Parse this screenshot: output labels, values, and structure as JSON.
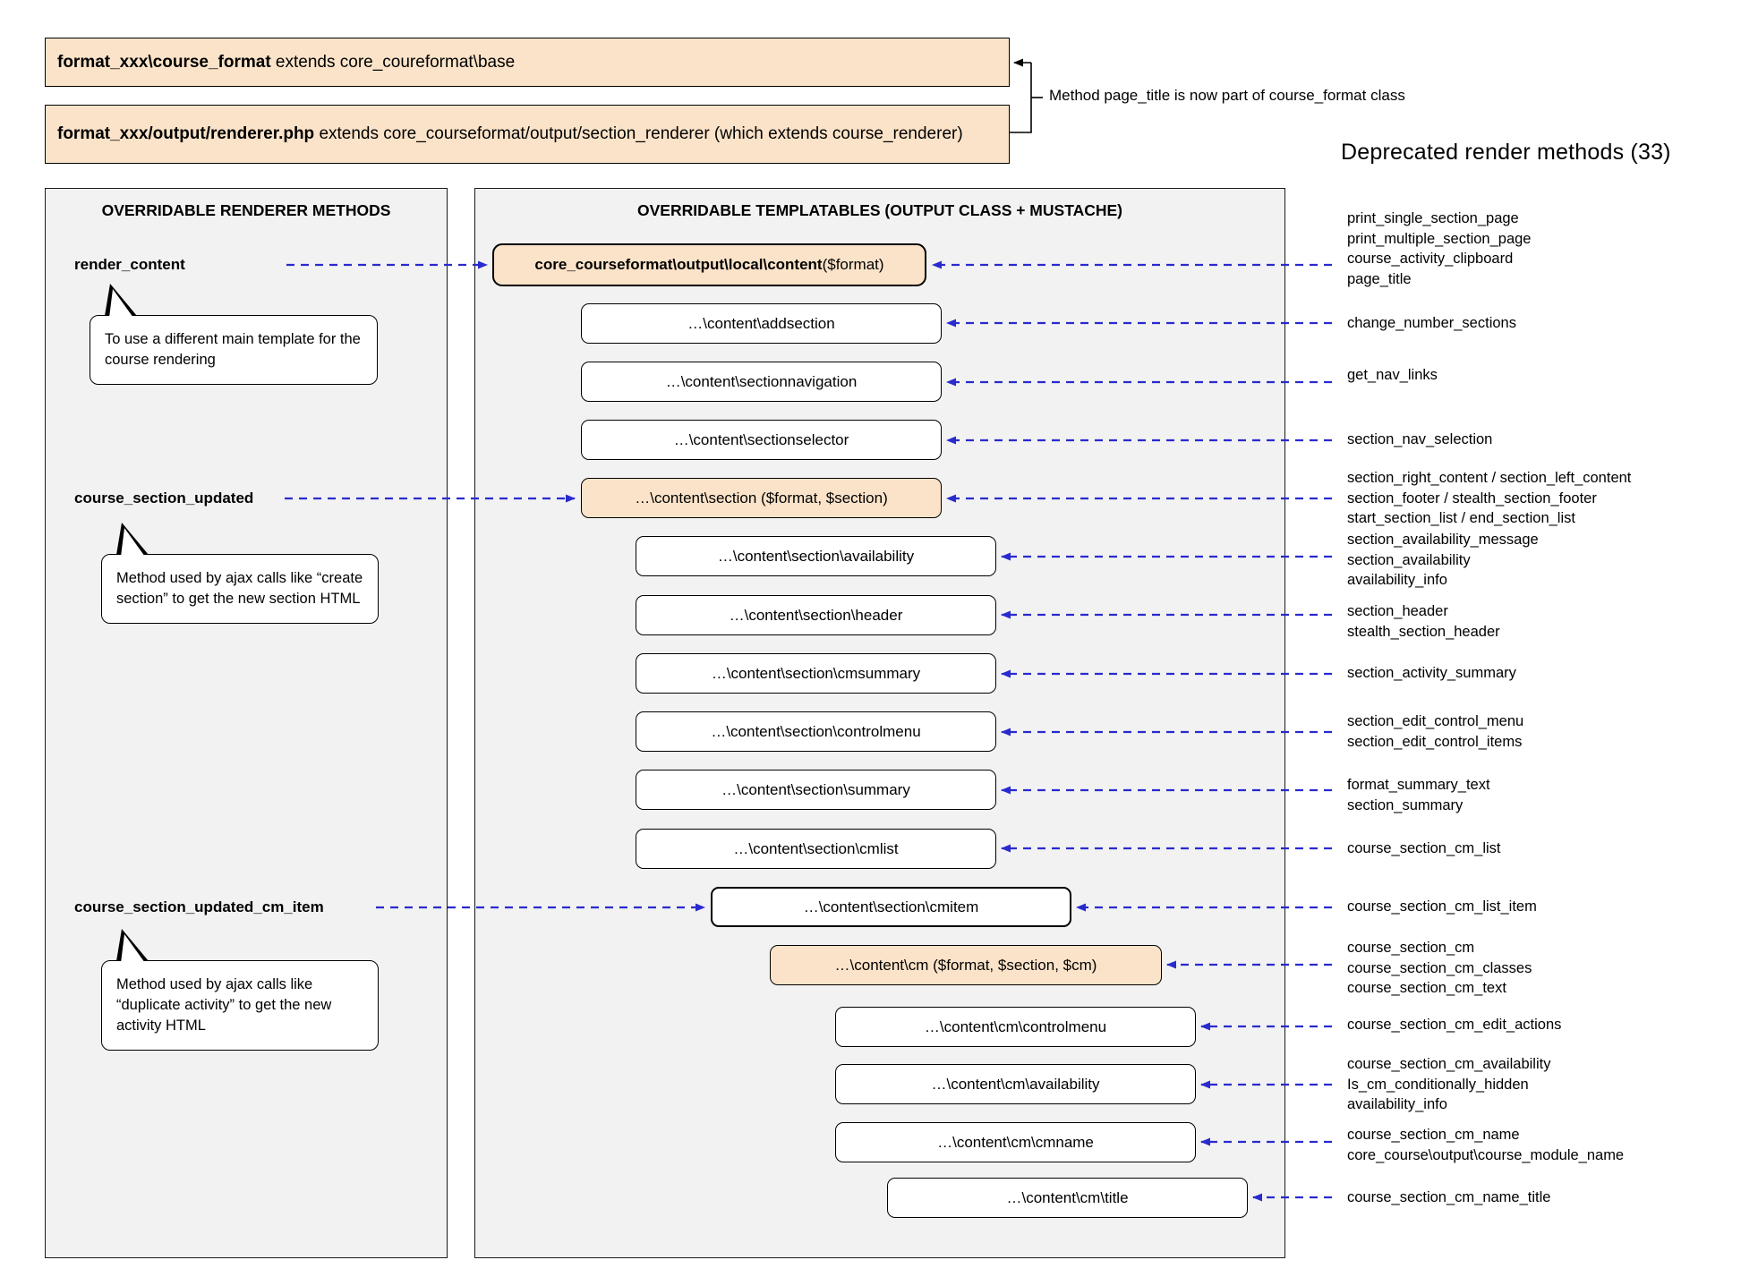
{
  "header": {
    "class_boxes": [
      {
        "bold": "format_xxx\\course_format",
        "rest": " extends core_coureformat\\base"
      },
      {
        "bold": "format_xxx/output/renderer.php",
        "rest": " extends core_courseformat/output/section_renderer (which extends course_renderer)"
      }
    ],
    "bracket_note": "Method page_title is now part of course_format class",
    "deprecated_title": "Deprecated render methods (33)"
  },
  "left_panel": {
    "title": "OVERRIDABLE RENDERER METHODS",
    "methods": [
      {
        "name": "render_content",
        "note": "To use a different main template for the course rendering"
      },
      {
        "name": "course_section_updated",
        "note": "Method used by ajax calls like “create section” to get the new section HTML"
      },
      {
        "name": "course_section_updated_cm_item",
        "note": "Method used by ajax calls like “duplicate activity” to get the new activity HTML"
      }
    ]
  },
  "middle_panel": {
    "title": "OVERRIDABLE TEMPLATABLES (OUTPUT CLASS + MUSTACHE)",
    "templatables": [
      {
        "label_bold": "core_courseformat\\output\\local\\content",
        "label_rest": " ($format)"
      },
      {
        "label": "…\\content\\addsection"
      },
      {
        "label": "…\\content\\sectionnavigation"
      },
      {
        "label": "…\\content\\sectionselector"
      },
      {
        "label": "…\\content\\section ($format, $section)"
      },
      {
        "label": "…\\content\\section\\availability"
      },
      {
        "label": "…\\content\\section\\header"
      },
      {
        "label": "…\\content\\section\\cmsummary"
      },
      {
        "label": "…\\content\\section\\controlmenu"
      },
      {
        "label": "…\\content\\section\\summary"
      },
      {
        "label": "…\\content\\section\\cmlist"
      },
      {
        "label": "…\\content\\section\\cmitem"
      },
      {
        "label": "…\\content\\cm ($format, $section, $cm)"
      },
      {
        "label": "…\\content\\cm\\controlmenu"
      },
      {
        "label": "…\\content\\cm\\availability"
      },
      {
        "label": "…\\content\\cm\\cmname"
      },
      {
        "label": "…\\content\\cm\\title"
      }
    ]
  },
  "right_labels": [
    {
      "lines": [
        "print_single_section_page",
        "print_multiple_section_page",
        "course_activity_clipboard",
        "page_title"
      ]
    },
    {
      "lines": [
        "change_number_sections"
      ]
    },
    {
      "lines": [
        "get_nav_links"
      ]
    },
    {
      "lines": [
        "section_nav_selection"
      ]
    },
    {
      "lines": [
        "section_right_content / section_left_content",
        "section_footer / stealth_section_footer",
        "start_section_list / end_section_list"
      ]
    },
    {
      "lines": [
        "section_availability_message",
        "section_availability",
        "availability_info"
      ]
    },
    {
      "lines": [
        "section_header",
        "stealth_section_header"
      ]
    },
    {
      "lines": [
        "section_activity_summary"
      ]
    },
    {
      "lines": [
        "section_edit_control_menu",
        "section_edit_control_items"
      ]
    },
    {
      "lines": [
        "format_summary_text",
        "section_summary"
      ]
    },
    {
      "lines": [
        "course_section_cm_list"
      ]
    },
    {
      "lines": [
        "course_section_cm_list_item"
      ]
    },
    {
      "lines": [
        "course_section_cm",
        "course_section_cm_classes",
        "course_section_cm_text"
      ]
    },
    {
      "lines": [
        "course_section_cm_edit_actions"
      ]
    },
    {
      "lines": [
        "course_section_cm_availability",
        "Is_cm_conditionally_hidden",
        "availability_info"
      ]
    },
    {
      "lines": [
        "course_section_cm_name",
        "core_course\\output\\course_module_name"
      ]
    },
    {
      "lines": [
        "course_section_cm_name_title"
      ]
    }
  ],
  "colors": {
    "accent_orange": "#fbe3c9",
    "arrow_blue": "#2a2ace",
    "panel_gray": "#f2f2f2"
  }
}
